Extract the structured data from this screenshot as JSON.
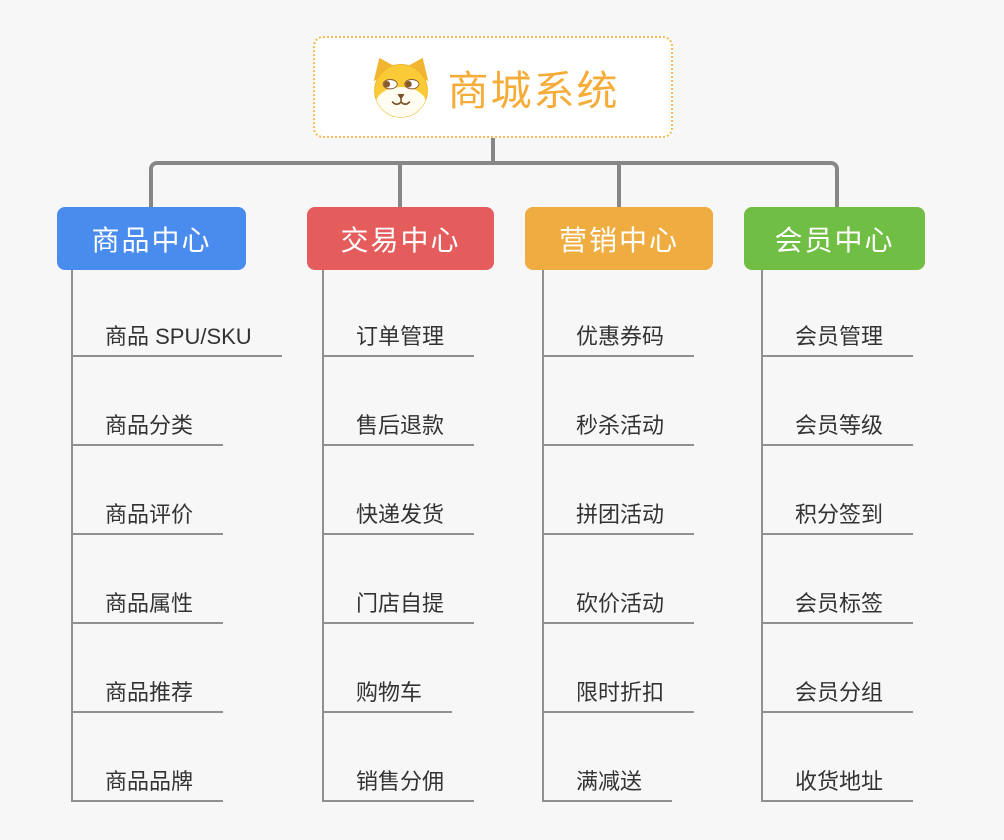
{
  "root": {
    "title": "商城系统",
    "icon": "dog-face-icon"
  },
  "theme": {
    "background": "#F7F7F7",
    "root_accent": "#F5AC38",
    "root_border": "#F3BC55",
    "connector": "#878787",
    "leaf_line": "#909090",
    "leaf_text": "#333333"
  },
  "branches": [
    {
      "label": "商品中心",
      "color": "#4A8CEE",
      "children": [
        "商品 SPU/SKU",
        "商品分类",
        "商品评价",
        "商品属性",
        "商品推荐",
        "商品品牌"
      ]
    },
    {
      "label": "交易中心",
      "color": "#E45C5C",
      "children": [
        "订单管理",
        "售后退款",
        "快递发货",
        "门店自提",
        "购物车",
        "销售分佣"
      ]
    },
    {
      "label": "营销中心",
      "color": "#EFAC41",
      "children": [
        "优惠券码",
        "秒杀活动",
        "拼团活动",
        "砍价活动",
        "限时折扣",
        "满减送"
      ]
    },
    {
      "label": "会员中心",
      "color": "#70BE44",
      "children": [
        "会员管理",
        "会员等级",
        "积分签到",
        "会员标签",
        "会员分组",
        "收货地址"
      ]
    }
  ]
}
